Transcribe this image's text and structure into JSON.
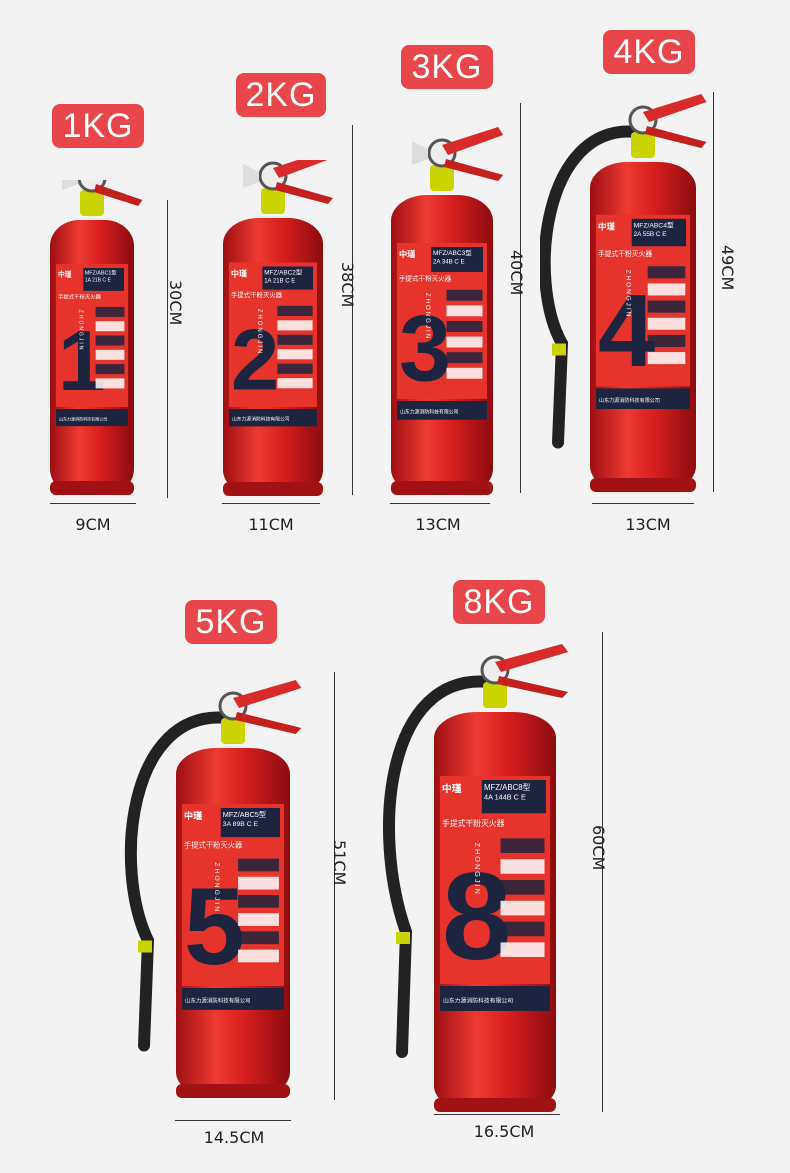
{
  "colors": {
    "badge": "#e8464a",
    "body_red": "#d81e1e",
    "label_navy": "#1c2440",
    "valve_yellow": "#c9d400"
  },
  "extinguishers": [
    {
      "capacity": "1KG",
      "height": "30CM",
      "width": "9CM",
      "model": "MFZ/ABC1型",
      "rating": "1A 21B C E",
      "numeral": "1"
    },
    {
      "capacity": "2KG",
      "height": "38CM",
      "width": "11CM",
      "model": "MFZ/ABC2型",
      "rating": "1A 21B C E",
      "numeral": "2"
    },
    {
      "capacity": "3KG",
      "height": "40CM",
      "width": "13CM",
      "model": "MFZ/ABC3型",
      "rating": "2A 34B C E",
      "numeral": "3"
    },
    {
      "capacity": "4KG",
      "height": "49CM",
      "width": "13CM",
      "model": "MFZ/ABC4型",
      "rating": "2A 55B C E",
      "numeral": "4"
    },
    {
      "capacity": "5KG",
      "height": "51CM",
      "width": "14.5CM",
      "model": "MFZ/ABC5型",
      "rating": "3A 89B C E",
      "numeral": "5"
    },
    {
      "capacity": "8KG",
      "height": "60CM",
      "width": "16.5CM",
      "model": "MFZ/ABC8型",
      "rating": "4A 144B C E",
      "numeral": "8"
    }
  ],
  "label_text": {
    "brand": "中瑾",
    "type": "手提式干粉灭火器",
    "vertical_brand": "ZHONGJIN",
    "company": "山东力源消防科技有限公司"
  }
}
